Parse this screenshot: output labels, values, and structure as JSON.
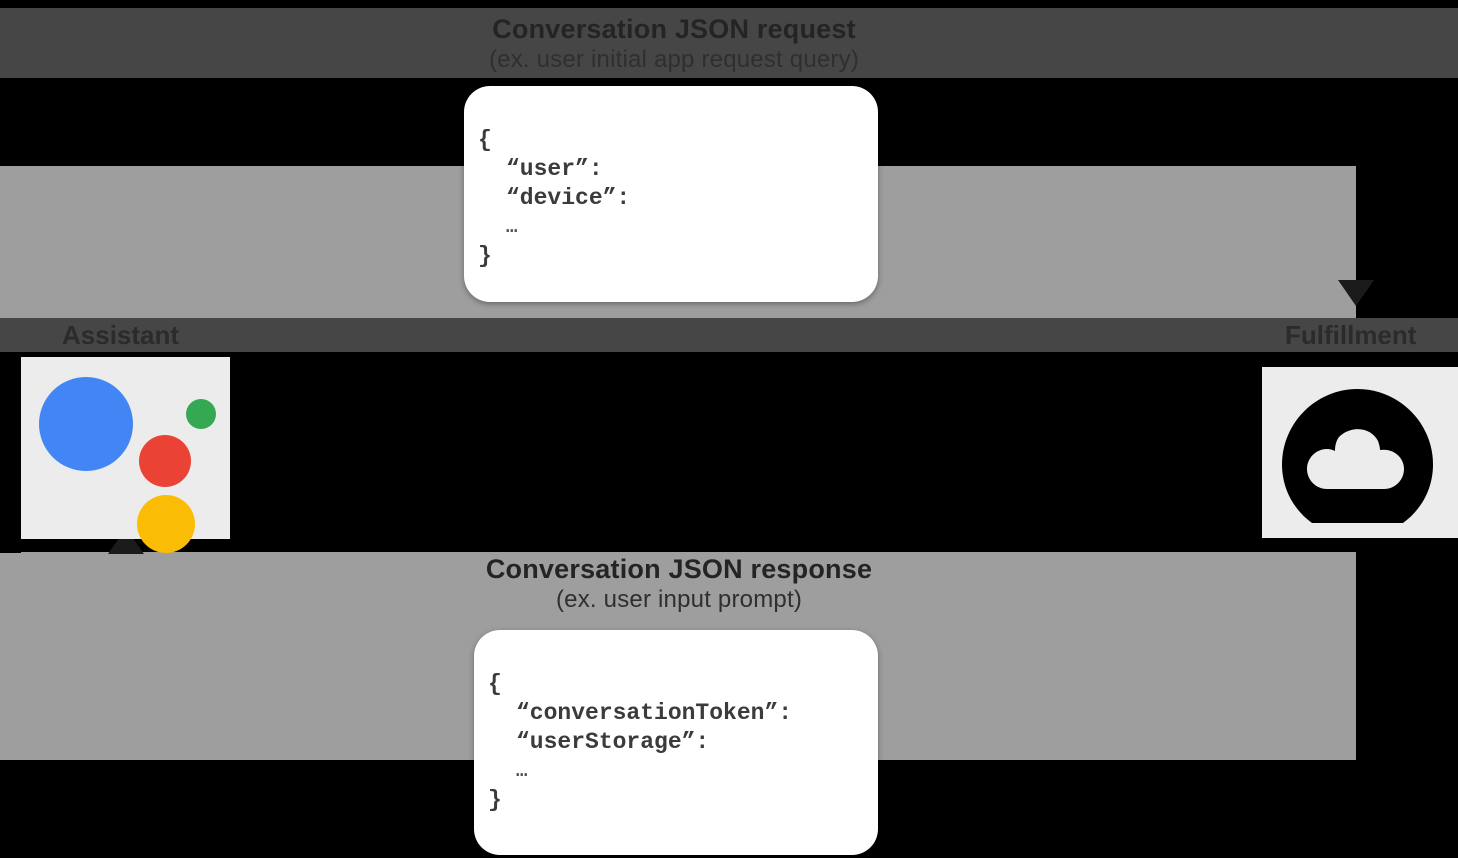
{
  "diagram": {
    "title_request": "Conversation JSON request",
    "subtitle_request": "(ex. user initial app request query)",
    "title_response": "Conversation JSON response",
    "subtitle_response": "(ex. user input prompt)",
    "left_label": "Assistant",
    "right_label": "Fulfillment"
  },
  "json_request": {
    "open_brace": "{",
    "key1": "“user”:",
    "key2": "“device”:",
    "ellipsis": "…",
    "close_brace": "}"
  },
  "json_response": {
    "open_brace": "{",
    "key1": "“conversationToken”:",
    "key2": "“userStorage”:",
    "ellipsis": "…",
    "close_brace": "}"
  },
  "icons": {
    "assistant_icon": "google-assistant-icon",
    "cloud_icon": "cloud-functions-icon",
    "arrow_down": "arrow-down-icon",
    "arrow_up": "arrow-up-icon"
  },
  "colors": {
    "assistant_blue": "#4285F4",
    "assistant_red": "#EA4335",
    "assistant_yellow": "#FBBC05",
    "assistant_green": "#34A853",
    "band": "#464646",
    "flow": "#9E9E9E",
    "tile": "#ECECEC",
    "background": "#000000",
    "card": "#FFFFFF"
  }
}
